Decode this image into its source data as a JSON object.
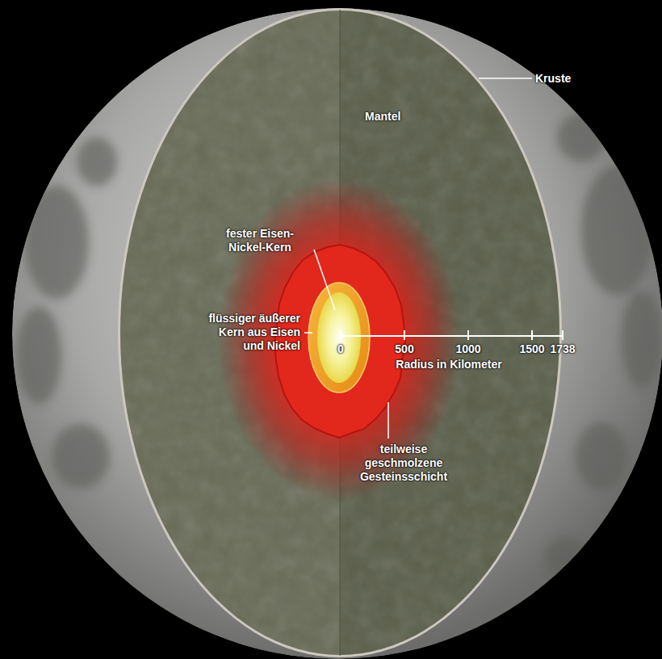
{
  "diagram": {
    "labels": [
      "Kruste",
      "Mantel",
      "fester Eisen-Nickel-Kern",
      "flüssiger äußerer Kern aus Eisen und Nickel",
      "0",
      "500",
      "1000",
      "1500",
      "1738",
      "Radius in Kilometer",
      "teilweise geschmolzene Gesteinsschicht"
    ]
  }
}
